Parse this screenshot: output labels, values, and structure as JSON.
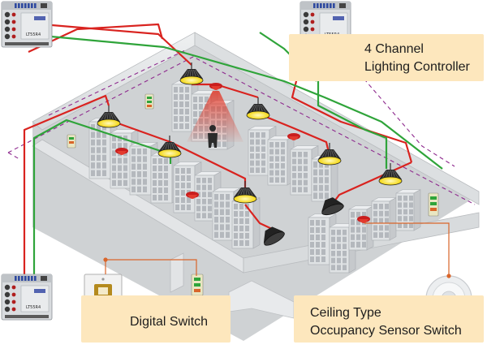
{
  "labels": {
    "controller_line1": "4 Channel",
    "controller_line2": "Lighting Controller",
    "digital_switch": "Digital Switch",
    "sensor_line1": "Ceiling Type",
    "sensor_line2": "Occupancy Sensor Switch"
  },
  "controller_model": "LT55R4",
  "colors": {
    "wire_red": "#d9231f",
    "wire_green": "#2fa43a",
    "wire_purple": "#8e2a8e",
    "wire_orange": "#d9652a",
    "label_bg": "#fde7bd",
    "floor": "#cfd2d4",
    "wall": "#e6e8ea",
    "shelf": "#d3d6d9",
    "lamp_on": "#f8e31a"
  }
}
